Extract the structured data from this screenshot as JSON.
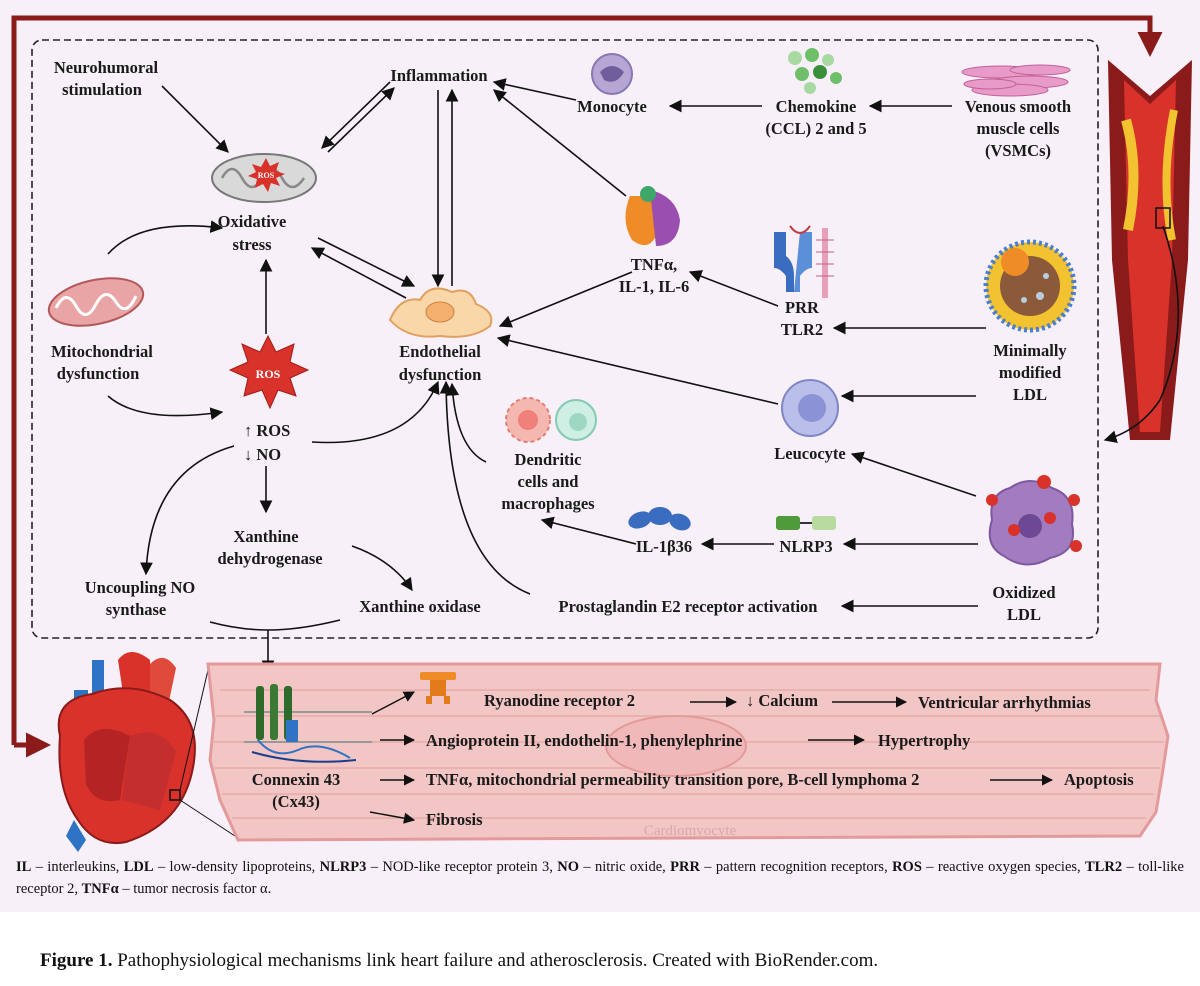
{
  "nodes": {
    "neurohumoral": [
      "Neurohumoral",
      "stimulation"
    ],
    "inflammation": "Inflammation",
    "monocyte": "Monocyte",
    "chemokine": [
      "Chemokine",
      "(CCL) 2 and 5"
    ],
    "vsmc": [
      "Venous smooth",
      "muscle cells",
      "(VSMCs)"
    ],
    "oxidative_stress": [
      "Oxidative",
      "stress"
    ],
    "ros_badge": "ROS",
    "mito_dysfunction": [
      "Mitochondrial",
      "dysfunction"
    ],
    "ros_no": [
      "↑ ROS",
      "↓ NO"
    ],
    "tnf_cytokines": [
      "TNFα,",
      "IL-1, IL-6"
    ],
    "prr_tlr2": [
      "PRR",
      "TLR2"
    ],
    "mm_ldl": [
      "Minimally",
      "modified",
      "LDL"
    ],
    "endothelial": [
      "Endothelial",
      "dysfunction"
    ],
    "leucocyte": "Leucocyte",
    "dendritic": [
      "Dendritic",
      "cells and",
      "macrophages"
    ],
    "xanthine_dh": [
      "Xanthine",
      "dehydrogenase"
    ],
    "uncoupling": [
      "Uncoupling NO",
      "synthase"
    ],
    "xanthine_ox": "Xanthine oxidase",
    "il1b": "IL-1β36",
    "nlrp3": "NLRP3",
    "oxidized_ldl": [
      "Oxidized",
      "LDL"
    ],
    "prostaglandin": "Prostaglandin E2 receptor activation",
    "connexin": [
      "Connexin 43",
      "(Cx43)"
    ],
    "ryanodine": "Ryanodine receptor 2",
    "calcium": "↓ Calcium",
    "arrhythmias": "Ventricular arrhythmias",
    "angioprotein": "Angioprotein II, endothelin-1, phenylephrine",
    "hypertrophy": "Hypertrophy",
    "tnf_mito": "TNFα, mitochondrial permeability transition pore, B-cell lymphoma 2",
    "apoptosis": "Apoptosis",
    "fibrosis": "Fibrosis",
    "cardiomyocyte": "Cardiomyocyte"
  },
  "legend": [
    {
      "abbr": "IL",
      "def": " – interleukins, "
    },
    {
      "abbr": "LDL",
      "def": " – low-density lipoproteins, "
    },
    {
      "abbr": "NLRP3",
      "def": " – NOD-like receptor protein 3, "
    },
    {
      "abbr": "NO",
      "def": " – nitric oxide, "
    },
    {
      "abbr": "PRR",
      "def": " – pattern recognition receptors, "
    },
    {
      "abbr": "ROS",
      "def": " – reactive oxygen species, "
    },
    {
      "abbr": "TLR2",
      "def": " – toll-like receptor 2, "
    },
    {
      "abbr": "TNFα",
      "def": " – tumor necrosis factor α."
    }
  ],
  "caption": {
    "label": "Figure 1.",
    "text": " Pathophysiological mechanisms link heart failure and atherosclerosis. Created with BioRender.com."
  },
  "colors": {
    "panel_bg": "#f7f0f8",
    "dark_red": "#8b1a1a",
    "cardio_fill": "#f3c6c6",
    "ros_red": "#d8322a"
  }
}
